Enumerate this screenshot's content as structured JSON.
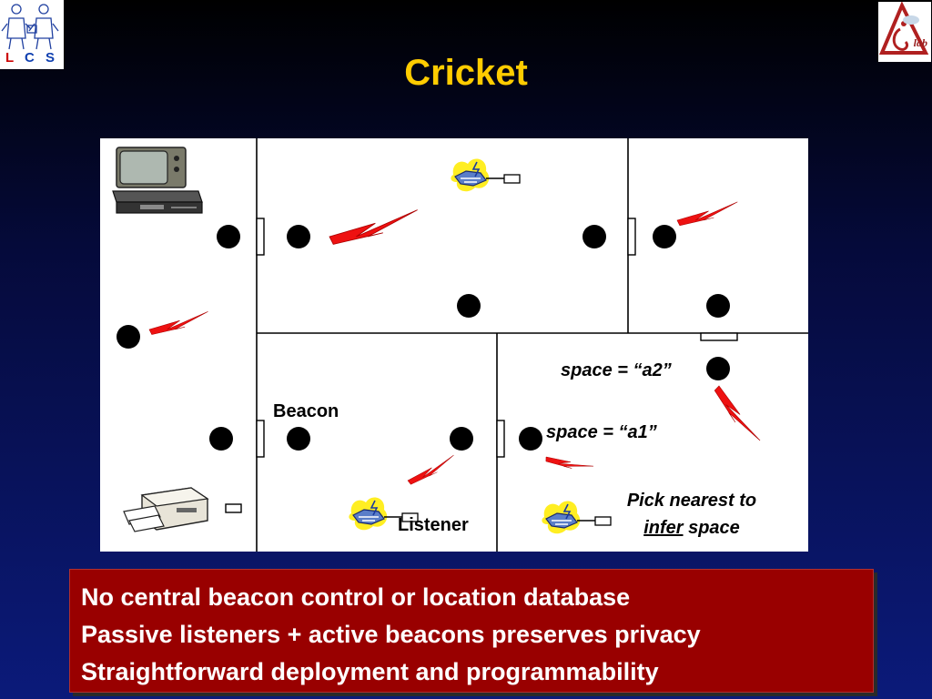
{
  "header": {
    "title": "Cricket",
    "left_logo": {
      "letters": [
        "L",
        "C",
        "S"
      ]
    },
    "right_logo": {
      "text": "lab"
    }
  },
  "diagram": {
    "labels": {
      "space_a2": "space = “a2”",
      "space_a1": "space = “a1”",
      "beacon": "Beacon",
      "listener": "Listener",
      "pick_line1": "Pick nearest to",
      "pick_infer": "infer",
      "pick_space": " space"
    },
    "icons": [
      "tv-icon",
      "vcr-icon",
      "printer-icon",
      "listener-device-icon",
      "rf-signal-icon"
    ]
  },
  "bullets": [
    "No central beacon control or location database",
    "Passive listeners + active beacons preserves privacy",
    "Straightforward deployment and programmability"
  ],
  "colors": {
    "title": "#ffcc00",
    "bullet_box": "#990000",
    "signal": "#ee1111",
    "device_highlight": "#ffee22"
  }
}
